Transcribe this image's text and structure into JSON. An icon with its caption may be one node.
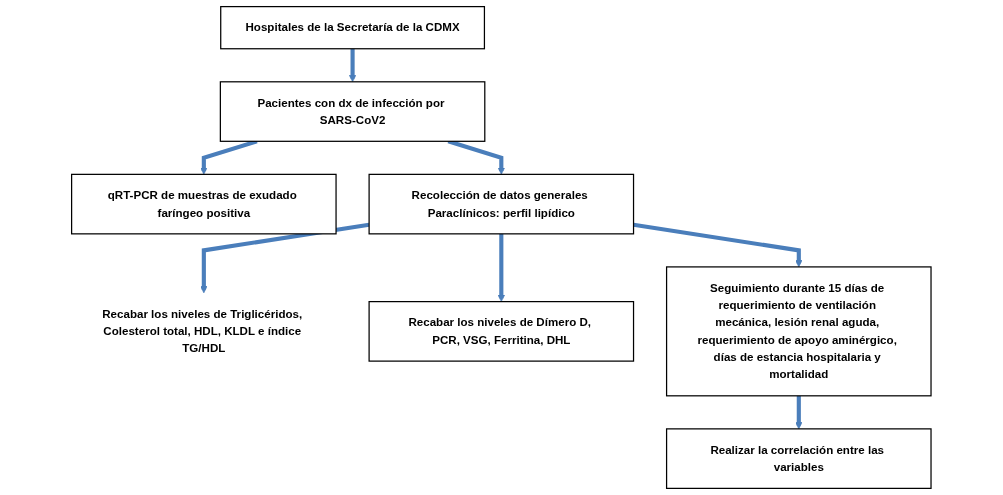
{
  "diagram": {
    "nodes": [
      {
        "text": [
          "Hospitales de la Secretaría de la CDMX"
        ]
      },
      {
        "text": [
          "Pacientes con dx de infección por SARS-CoV2"
        ]
      },
      {
        "text": [
          "qRT-PCR de muestras de exudado faríngeo positiva"
        ]
      },
      {
        "text": [
          "Recabar los niveles de Triglicéridos, Colesterol total, HDL, KLDL e índice TG/HDL"
        ]
      },
      {
        "text": [
          "Recolección de datos generales Paraclínicos: perfil lipídico"
        ]
      },
      {
        "text": [
          "Recabar los niveles de Dímero D, PCR, VSG, Ferritina, DHL"
        ]
      },
      {
        "text": [
          "Seguimiento durante 15 días de requerimiento de ventilación mecánica, lesión renal aguda, requerimiento de apoyo aminérgico, días de estancia hospitalaria y mortalidad"
        ]
      },
      {
        "text": [
          "Realizar la correlación entre las variables"
        ]
      }
    ],
    "edges": [
      {
        "from": 0,
        "to": 1,
        "arrow": "to"
      },
      {
        "from": 1,
        "to": 2,
        "arrow": "to"
      },
      {
        "from": 1,
        "to": 4,
        "arrow": "to"
      },
      {
        "from": 4,
        "to": 3,
        "arrow": "to"
      },
      {
        "from": 4,
        "to": 5,
        "arrow": "to"
      },
      {
        "from": 4,
        "to": 6,
        "arrow": "to"
      },
      {
        "from": 6,
        "to": 7,
        "arrow": "to"
      }
    ]
  }
}
